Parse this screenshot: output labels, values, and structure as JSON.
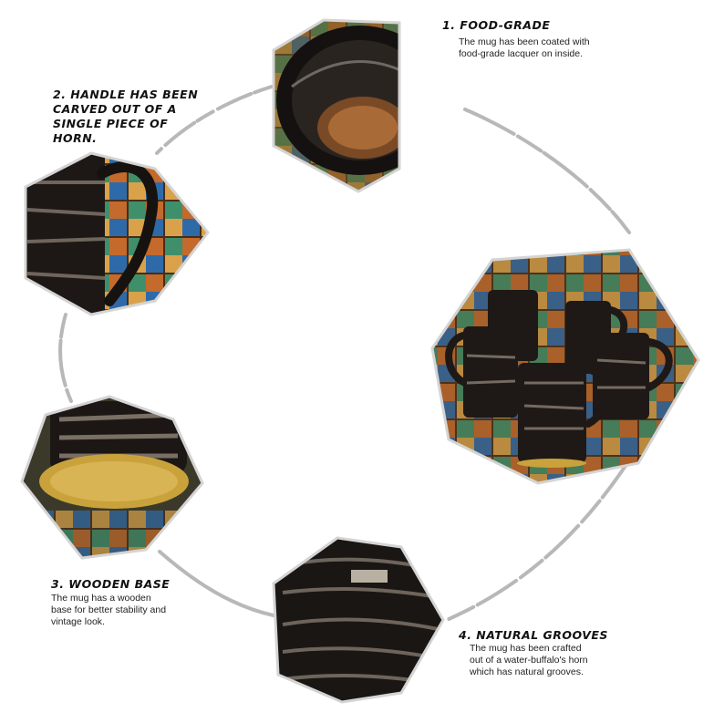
{
  "features": [
    {
      "title": "1. FOOD-GRADE",
      "description": "The mug has been coated with food-grade lacquer on inside."
    },
    {
      "title": "2. HANDLE HAS BEEN CARVED OUT OF A SINGLE PIECE OF HORN.",
      "description": ""
    },
    {
      "title": "3. WOODEN BASE",
      "description": "The mug has a wooden base for better stability and vintage look."
    },
    {
      "title": "4. NATURAL GROOVES",
      "description": "The mug has been crafted out of a water-buffalo's horn which has natural grooves."
    }
  ],
  "photos": [
    {
      "name": "mug-interior-photo",
      "subject": "mug interior with lacquered inside"
    },
    {
      "name": "horn-handle-photo",
      "subject": "carved horn handle"
    },
    {
      "name": "mug-group-photo",
      "subject": "five horn mugs on patterned cloth"
    },
    {
      "name": "wooden-base-photo",
      "subject": "wooden base of mug"
    },
    {
      "name": "natural-grooves-photo",
      "subject": "horn surface with natural grooves"
    }
  ],
  "colors": {
    "ring": "#b8b8b8",
    "hex_border": "#d4d4d4",
    "horn_dark": "#1b1714",
    "wood": "#c9a23c",
    "tile_blue": "#2f6aa8",
    "tile_green": "#3f8f6a",
    "tile_orange": "#c36a2c"
  }
}
